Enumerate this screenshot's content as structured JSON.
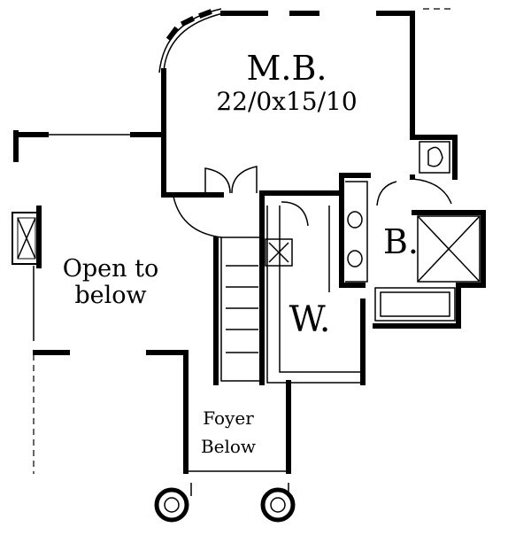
{
  "rooms": {
    "master_bedroom": {
      "name": "M.B.",
      "dimensions": "22/0x15/10"
    },
    "bath": {
      "name": "B."
    },
    "walk_in_closet": {
      "name": "W."
    },
    "open_to_below": {
      "line1": "Open to",
      "line2": "below"
    },
    "foyer": {
      "line1": "Foyer",
      "line2": "Below"
    }
  }
}
